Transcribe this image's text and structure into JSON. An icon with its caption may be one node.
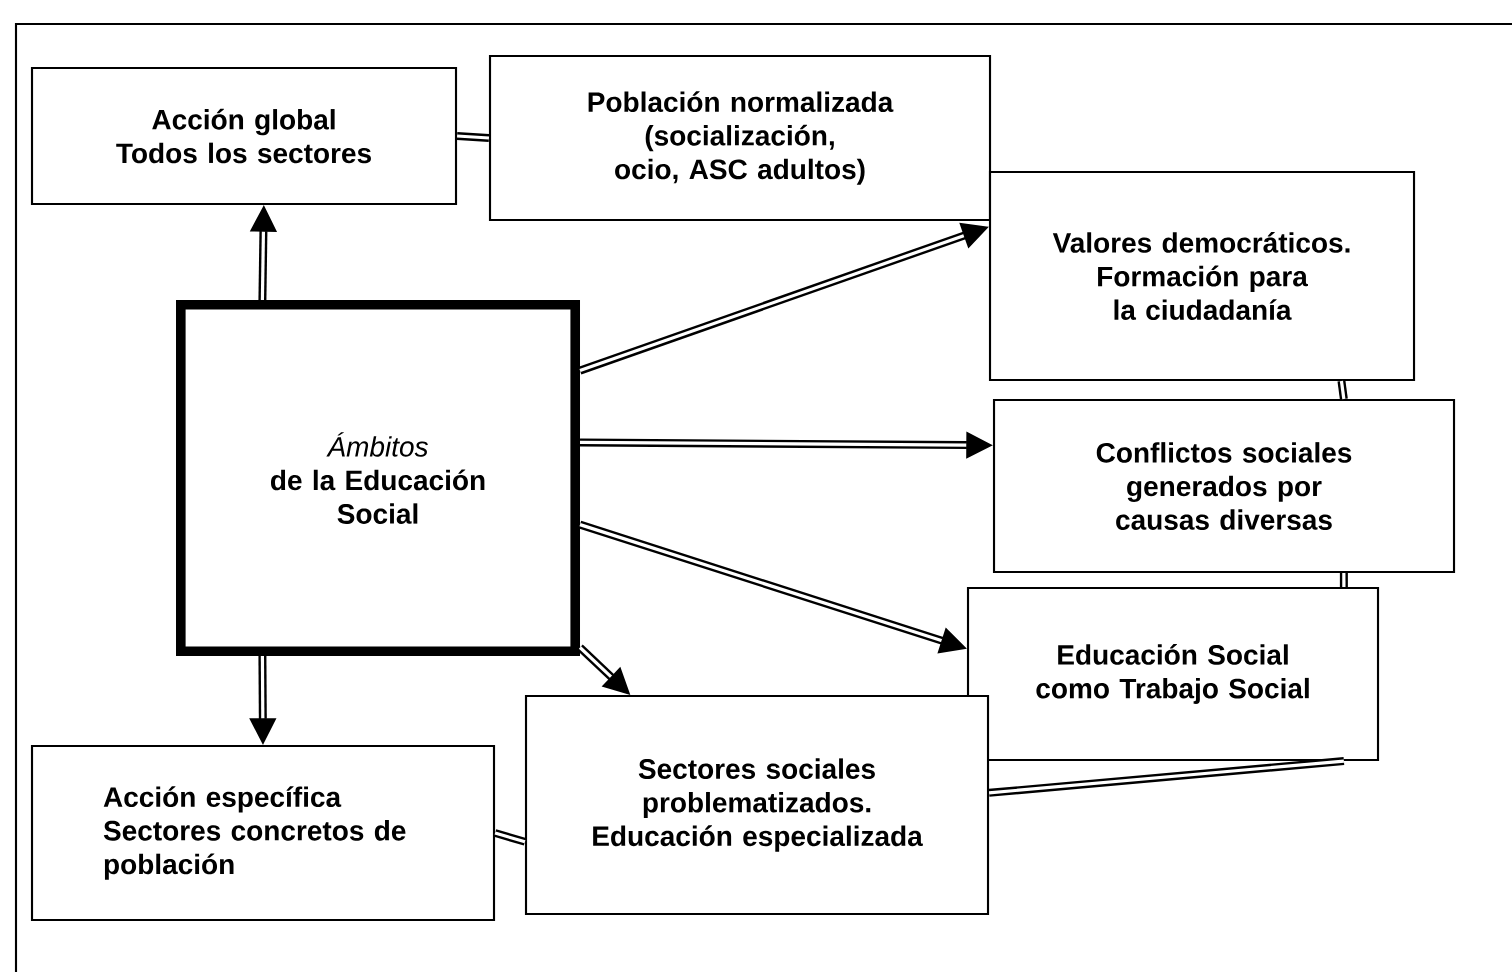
{
  "diagram": {
    "nodes": [
      {
        "text": [
          "Ámbitos",
          "de la Educación Social"
        ]
      },
      {
        "text": [
          "Acción global Todos los sectores"
        ]
      },
      {
        "text": [
          "Población normalizada (socialización, ocio, ASC adultos)"
        ]
      },
      {
        "text": [
          "Valores democráticos. Formación para la ciudadanía"
        ]
      },
      {
        "text": [
          "Conflictos sociales generados por causas diversas"
        ]
      },
      {
        "text": [
          "Educación Social como Trabajo Social"
        ]
      },
      {
        "text": [
          "Acción específica Sectores concretos de población"
        ]
      },
      {
        "text": [
          "Sectores sociales problematizados. Educación especializada"
        ]
      }
    ],
    "edges": [
      {
        "from": 0,
        "to": 1,
        "arrow": "to"
      },
      {
        "from": 0,
        "to": 3,
        "arrow": "to"
      },
      {
        "from": 0,
        "to": 4,
        "arrow": "to"
      },
      {
        "from": 0,
        "to": 5,
        "arrow": "to"
      },
      {
        "from": 0,
        "to": 7,
        "arrow": "to"
      },
      {
        "from": 0,
        "to": 6,
        "arrow": "to"
      },
      {
        "from": 1,
        "to": 2,
        "arrow": "none"
      },
      {
        "from": 3,
        "to": 4,
        "arrow": "none"
      },
      {
        "from": 4,
        "to": 5,
        "arrow": "none"
      },
      {
        "from": 5,
        "to": 7,
        "arrow": "none"
      },
      {
        "from": 6,
        "to": 7,
        "arrow": "none"
      }
    ]
  }
}
